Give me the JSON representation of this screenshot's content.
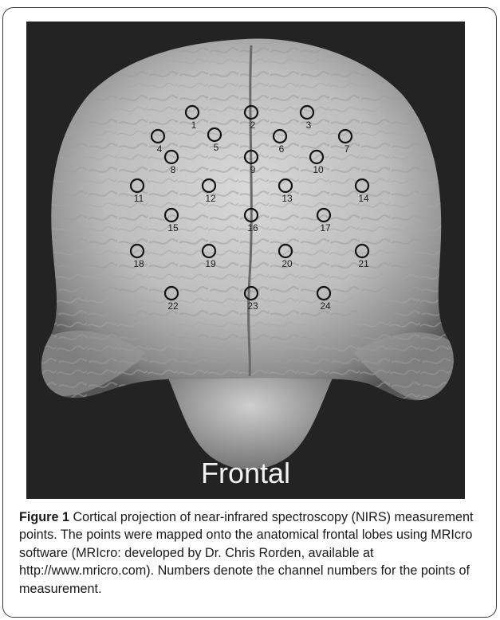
{
  "figure": {
    "view_label": "Frontal",
    "channels": [
      {
        "label": "1"
      },
      {
        "label": "2"
      },
      {
        "label": "3"
      },
      {
        "label": "4"
      },
      {
        "label": "5"
      },
      {
        "label": "6"
      },
      {
        "label": "7"
      },
      {
        "label": "8"
      },
      {
        "label": "9"
      },
      {
        "label": "10"
      },
      {
        "label": "11"
      },
      {
        "label": "12"
      },
      {
        "label": "13"
      },
      {
        "label": "14"
      },
      {
        "label": "15"
      },
      {
        "label": "16"
      },
      {
        "label": "17"
      },
      {
        "label": "18"
      },
      {
        "label": "19"
      },
      {
        "label": "20"
      },
      {
        "label": "21"
      },
      {
        "label": "22"
      },
      {
        "label": "23"
      },
      {
        "label": "24"
      }
    ]
  },
  "caption": {
    "label": "Figure 1",
    "text": " Cortical projection of near-infrared spectroscopy (NIRS) measurement points. The points were mapped onto the anatomical frontal lobes using MRIcro software (MRIcro: developed by Dr. Chris Rorden, available at http://www.mricro.com). Numbers denote the channel numbers for the points of measurement."
  }
}
